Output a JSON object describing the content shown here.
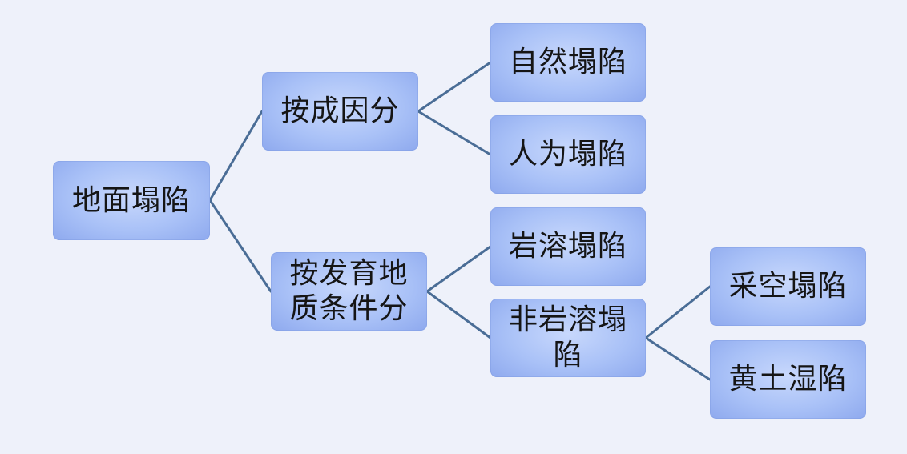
{
  "diagram": {
    "root": {
      "label": "地面塌陷"
    },
    "by_cause": {
      "label": "按成因分"
    },
    "by_geology": {
      "label": "按发育地质条件分"
    },
    "natural": {
      "label": "自然塌陷"
    },
    "human": {
      "label": "人为塌陷"
    },
    "karst": {
      "label": "岩溶塌陷"
    },
    "non_karst": {
      "label": "非岩溶塌陷"
    },
    "mining": {
      "label": "采空塌陷"
    },
    "loess": {
      "label": "黄土湿陷"
    }
  },
  "colors": {
    "background": "#eef1fa",
    "node_fill": "#a9c1f7",
    "connector": "#4a6d96"
  }
}
